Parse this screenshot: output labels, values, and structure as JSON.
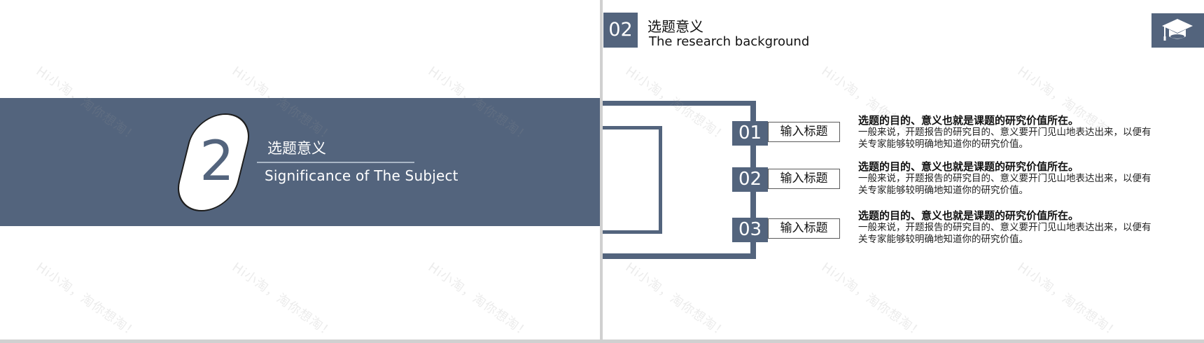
{
  "colors": {
    "accent": "#53647d",
    "white": "#ffffff",
    "divider": "#d0d0d0",
    "separator": "#a9b6c5",
    "text_dark": "#111111"
  },
  "watermark": "Hi小淘，淘你想淘！",
  "cover_slide": {
    "section_number": "2",
    "title_cn": "选题意义",
    "title_en": "Significance of The Subject"
  },
  "content_slide": {
    "header": {
      "badge": "02",
      "title_cn": "选题意义",
      "subtitle_en": "The research background",
      "icon": "graduation-cap-icon"
    },
    "items": [
      {
        "number": "01",
        "label": "输入标题",
        "title": "选题的目的、意义也就是课题的研究价值所在。",
        "body": "一般来说，开题报告的研究目的、意义要开门见山地表达出来，以便有关专家能够较明确地知道你的研究价值。"
      },
      {
        "number": "02",
        "label": "输入标题",
        "title": "选题的目的、意义也就是课题的研究价值所在。",
        "body": "一般来说，开题报告的研究目的、意义要开门见山地表达出来，以便有关专家能够较明确地知道你的研究价值。"
      },
      {
        "number": "03",
        "label": "输入标题",
        "title": "选题的目的、意义也就是课题的研究价值所在。",
        "body": "一般来说，开题报告的研究目的、意义要开门见山地表达出来，以便有关专家能够较明确地知道你的研究价值。"
      }
    ]
  }
}
